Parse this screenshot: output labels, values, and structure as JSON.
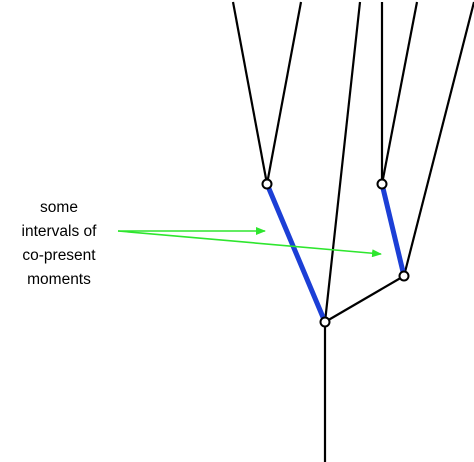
{
  "annotation": {
    "lines": [
      "some",
      "intervals of",
      "co-present",
      "moments"
    ]
  },
  "colors": {
    "branch": "#000000",
    "highlight": "#1c3fd6",
    "arrow": "#2ee62e",
    "node_fill": "#ffffff"
  }
}
